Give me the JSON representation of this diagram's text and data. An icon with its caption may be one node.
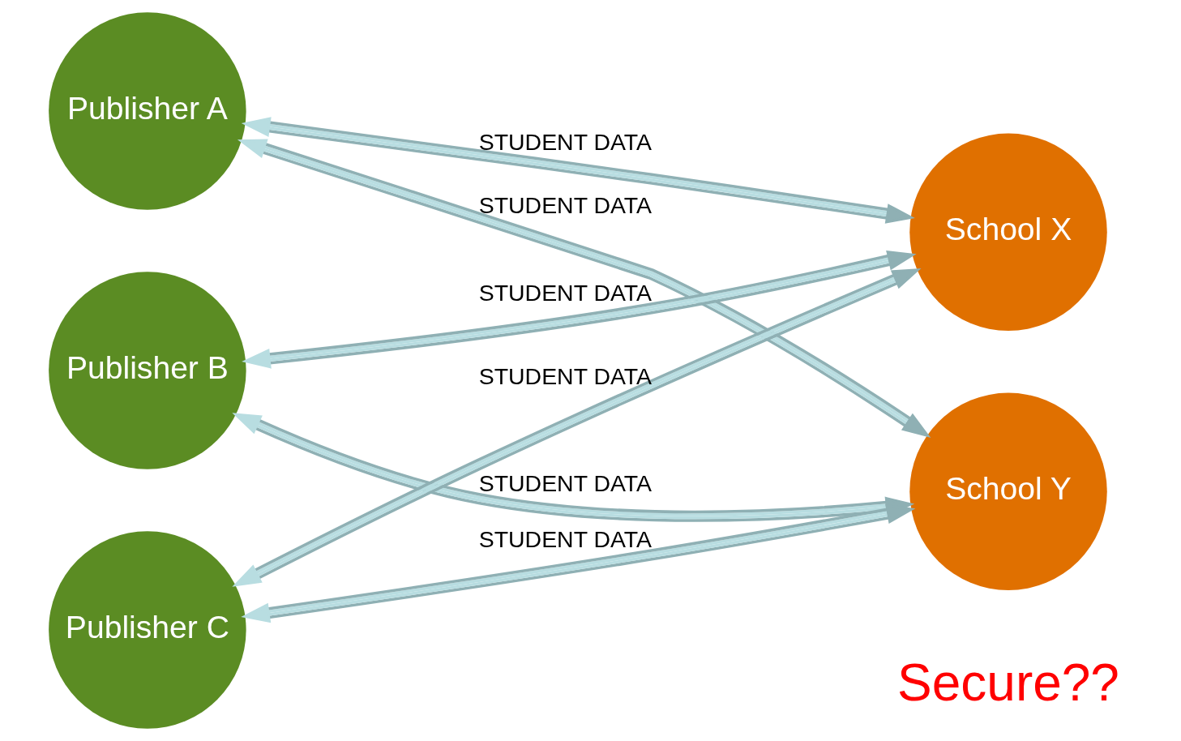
{
  "diagram": {
    "nodes": [
      {
        "text": [
          "Publisher A"
        ]
      },
      {
        "text": [
          "Publisher B"
        ]
      },
      {
        "text": [
          "Publisher C"
        ]
      },
      {
        "text": [
          "School X"
        ]
      },
      {
        "text": [
          "School Y"
        ]
      }
    ],
    "edges": [
      {
        "from": 0,
        "to": 3,
        "arrow": "both",
        "label": "STUDENT DATA"
      },
      {
        "from": 0,
        "to": 4,
        "arrow": "both",
        "label": "STUDENT DATA"
      },
      {
        "from": 1,
        "to": 3,
        "arrow": "both",
        "label": "STUDENT DATA"
      },
      {
        "from": 1,
        "to": 4,
        "arrow": "both",
        "label": "STUDENT DATA"
      },
      {
        "from": 2,
        "to": 3,
        "arrow": "both",
        "label": "STUDENT DATA"
      },
      {
        "from": 2,
        "to": 4,
        "arrow": "both",
        "label": "STUDENT DATA"
      }
    ],
    "labels": [
      "Secure??"
    ]
  }
}
